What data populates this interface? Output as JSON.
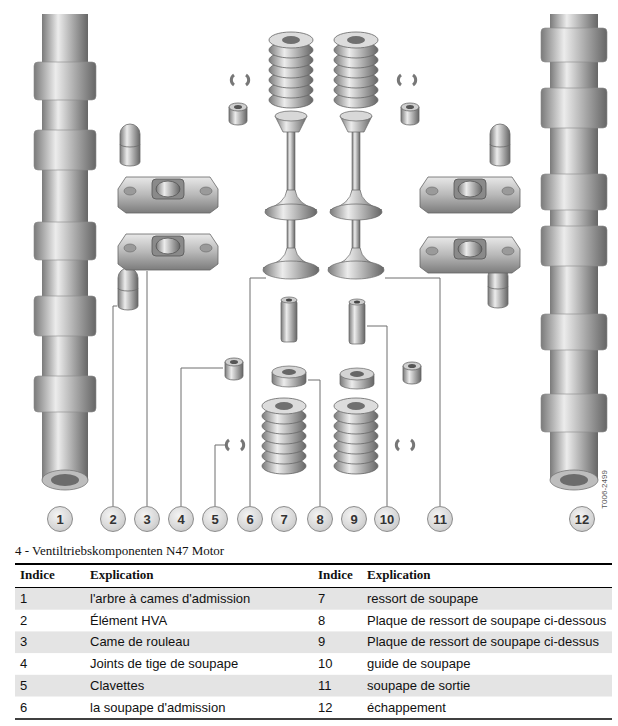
{
  "diagram": {
    "caption": "4 - Ventiltriebskomponenten N47 Motor",
    "nodes": [
      {
        "text": [
          "1"
        ]
      },
      {
        "text": [
          "2"
        ]
      },
      {
        "text": [
          "3"
        ]
      },
      {
        "text": [
          "4"
        ]
      },
      {
        "text": [
          "5"
        ]
      },
      {
        "text": [
          "6"
        ]
      },
      {
        "text": [
          "7"
        ]
      },
      {
        "text": [
          "8"
        ]
      },
      {
        "text": [
          "9"
        ]
      },
      {
        "text": [
          "10"
        ]
      },
      {
        "text": [
          "11"
        ]
      },
      {
        "text": [
          "12"
        ]
      }
    ],
    "labels": [
      "T006-2499",
      "Indice",
      "Explication",
      "Indice",
      "Explication",
      "1",
      "l'arbre à cames d'admission",
      "7",
      "ressort de soupape",
      "2",
      "Élément HVA",
      "8",
      "Plaque de ressort de soupape ci-dessous",
      "3",
      "Came de rouleau",
      "9",
      "Plaque de ressort de soupape ci-dessus",
      "4",
      "Joints de tige de soupape",
      "10",
      "guide de soupape",
      "5",
      "Clavettes",
      "11",
      "soupape de sortie",
      "6",
      "la soupape d'admission",
      "12",
      "échappement"
    ]
  }
}
